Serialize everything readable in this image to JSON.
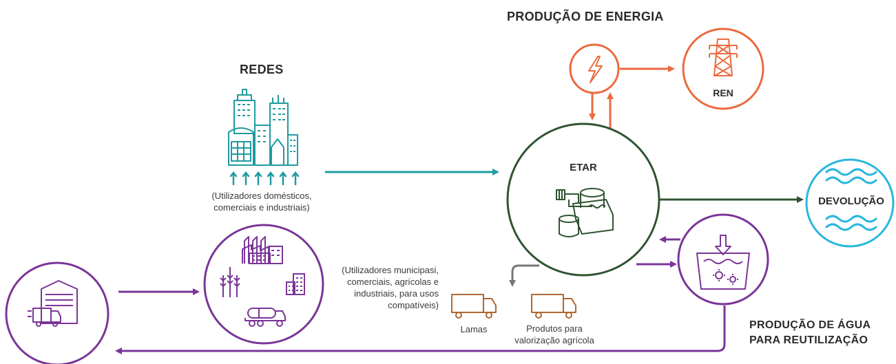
{
  "headings": {
    "energy": "PRODUÇÃO DE ENERGIA",
    "networks": "REDES",
    "reuse_line1": "PRODUÇÃO DE ÁGUA",
    "reuse_line2": "PARA REUTILIZAÇÃO"
  },
  "nodes": {
    "etar": "ETAR",
    "ren": "REN",
    "devolucao": "DEVOLUÇÃO"
  },
  "notes": {
    "networks_users": [
      "(Utilizadores domésticos,",
      "comerciais e industriais)"
    ],
    "reuse_users": [
      "(Utilizadores municipasi,",
      "comerciais, agrícolas e",
      "industriais, para usos",
      "compatíveis)"
    ],
    "lamas": "Lamas",
    "produtos": [
      "Produtos para",
      "valorização agrícola"
    ]
  },
  "colors": {
    "teal": "#1e9ba0",
    "orange": "#ec6a3f",
    "dark_green": "#2f5330",
    "purple": "#7a3597",
    "brown": "#b0662f",
    "sky": "#29b7dd",
    "gray": "#777777"
  },
  "icons": [
    "city-buildings-icon",
    "lightning-bolt-icon",
    "power-tower-icon",
    "treatment-plant-icon",
    "water-waves-icon",
    "reuse-tank-icon",
    "factory-icon",
    "wheat-icon",
    "office-building-icon",
    "tanker-truck-icon",
    "warehouse-truck-icon",
    "truck-icon"
  ]
}
